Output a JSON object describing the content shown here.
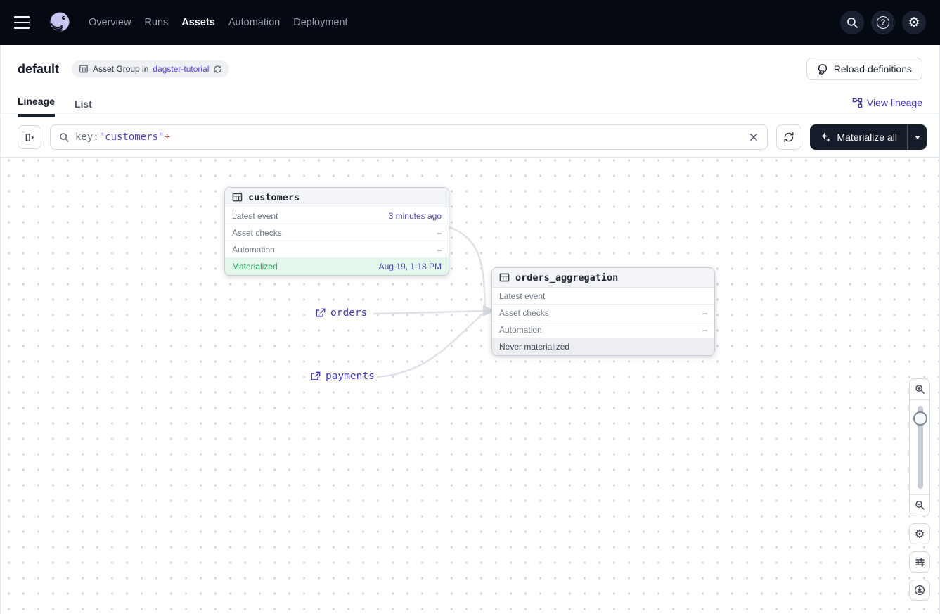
{
  "nav": {
    "items": [
      "Overview",
      "Runs",
      "Assets",
      "Automation",
      "Deployment"
    ],
    "active": "Assets"
  },
  "header": {
    "title": "default",
    "badge": {
      "prefix": "Asset Group in",
      "link": "dagster-tutorial"
    },
    "reload_label": "Reload definitions"
  },
  "tabs": {
    "items": [
      "Lineage",
      "List"
    ],
    "active": "Lineage",
    "view_lineage_label": "View lineage"
  },
  "toolbar": {
    "query": {
      "prefix": "key:",
      "value": "\"customers\"",
      "suffix": "+"
    },
    "materialize_label": "Materialize all"
  },
  "graph": {
    "nodes": [
      {
        "name": "customers",
        "rows": [
          {
            "label": "Latest event",
            "value": "3 minutes ago"
          },
          {
            "label": "Asset checks",
            "value": "–"
          },
          {
            "label": "Automation",
            "value": "–"
          }
        ],
        "status": {
          "label": "Materialized",
          "value": "Aug 19, 1:18 PM",
          "type": "materialized"
        }
      },
      {
        "name": "orders_aggregation",
        "rows": [
          {
            "label": "Latest event",
            "value": ""
          },
          {
            "label": "Asset checks",
            "value": "–"
          },
          {
            "label": "Automation",
            "value": "–"
          }
        ],
        "status": {
          "label": "Never materialized",
          "value": "",
          "type": "never"
        }
      }
    ],
    "external_assets": [
      {
        "name": "orders"
      },
      {
        "name": "payments"
      }
    ]
  },
  "icons": {
    "hamburger": "menu",
    "logo": "dagster-octopus",
    "search": "magnifier",
    "help": "?",
    "settings": "⚙",
    "asset": "table-grid",
    "refresh": "circular-arrows",
    "external_link": "box-arrow",
    "sparkle": "four-point-star",
    "clear": "x",
    "zoom_in": "magnifier-plus",
    "zoom_out": "magnifier-minus",
    "filters": "sliders",
    "recenter": "arrow-down-circle",
    "panel_toggle": "panel-arrow"
  },
  "colors": {
    "nav_bg": "#050912",
    "link": "#4F43DD",
    "link_dark": "#4137C9",
    "materialized_green": "#1FA053",
    "materialized_bg": "#E3F7EB",
    "never_bg": "#ECEEF2",
    "accent_dark": "#151C2A",
    "edge": "#DFE2E8",
    "plus_red": "#C2453E"
  }
}
